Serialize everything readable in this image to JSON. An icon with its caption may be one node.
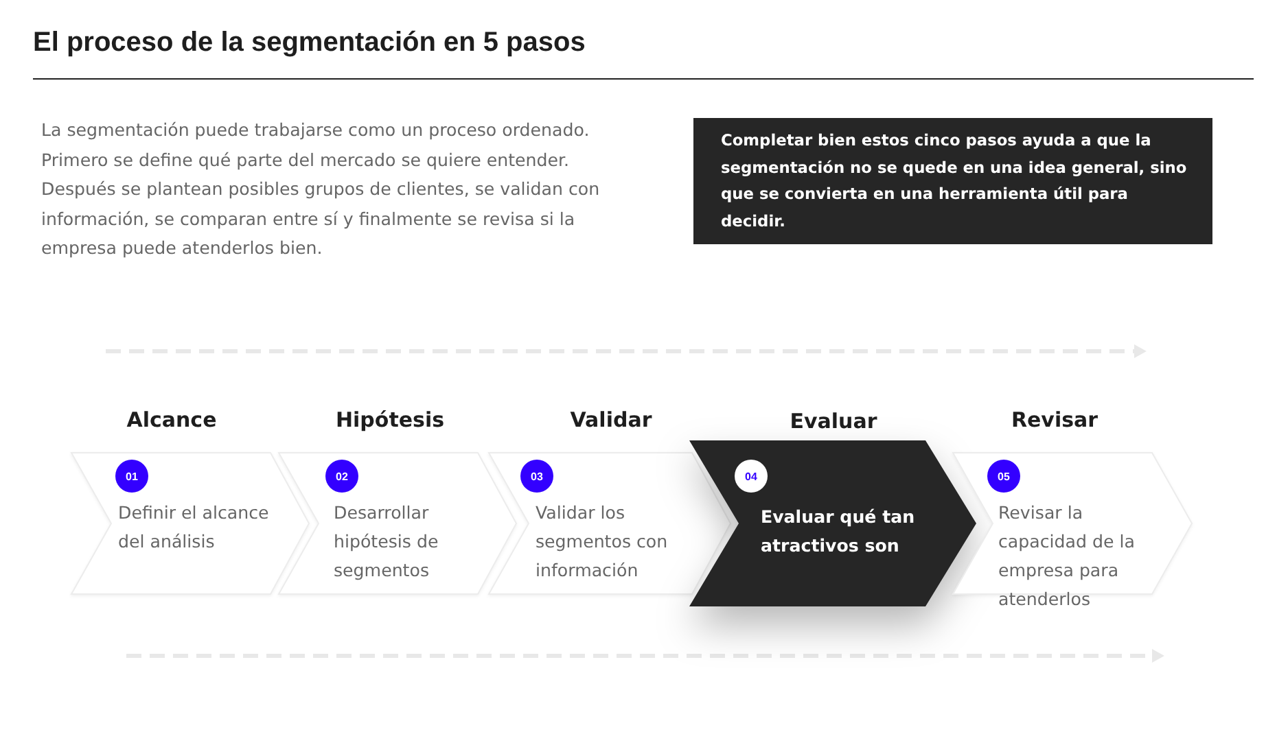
{
  "diagram": {
    "title": "El proceso de la segmentación en 5 pasos",
    "nodes": [
      {
        "text": [
          "Completar bien estos cinco pasos ayuda a que la segmentación no se quede en una idea general, sino que se convierta en una herramienta útil para decidir."
        ]
      },
      {
        "text": [
          "Alcance",
          "01",
          "Definir el alcance del análisis"
        ]
      },
      {
        "text": [
          "Hipótesis",
          "02",
          "Desarrollar hipótesis de segmentos"
        ]
      },
      {
        "text": [
          "Validar",
          "03",
          "Validar los segmentos con información"
        ]
      },
      {
        "text": [
          "Evaluar",
          "04",
          "Evaluar qué tan atractivos son"
        ]
      },
      {
        "text": [
          "Revisar",
          "05",
          "Revisar la capacidad de la empresa para atenderlos"
        ]
      }
    ],
    "labels": [
      "La segmentación puede trabajarse como un proceso ordenado. Primero se define qué parte del mercado se quiere entender. Después se plantean posibles grupos de clientes, se validan con información, se comparan entre sí y finalmente se revisa si la empresa puede atenderlos bien."
    ]
  }
}
